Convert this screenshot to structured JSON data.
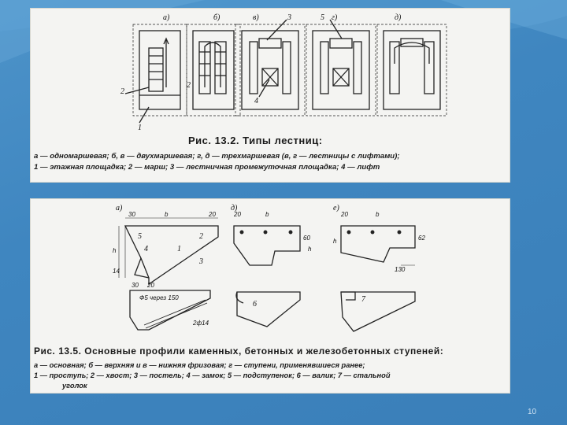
{
  "figure_top": {
    "panel_labels": [
      "а)",
      "б)",
      "в)",
      "г)",
      "д)"
    ],
    "callouts": [
      "1",
      "2",
      "2",
      "3",
      "4",
      "5"
    ],
    "title": "Рис. 13.2. Типы лестниц:",
    "lines": [
      "а — одномаршевая; б, в — двухмаршевая; г, д — трехмаршевая (в, г — лестницы с лифтами);",
      "1 — этажная площадка; 2 — марш; 3 — лестничная промежуточная площадка; 4 — лифт"
    ]
  },
  "figure_bottom": {
    "panel_labels": [
      "а)",
      "д)",
      "е)"
    ],
    "dimensions": [
      "30",
      "b",
      "20",
      "20",
      "b",
      "20",
      "b",
      "h",
      "14",
      "30",
      "20",
      "60",
      "h",
      "h",
      "62",
      "130",
      "Ф5 через 150",
      "2ф14"
    ],
    "callouts": [
      "5",
      "4",
      "2",
      "1",
      "3",
      "6",
      "7"
    ],
    "title": "Рис. 13.5. Основные профили каменных, бетонных и железобетонных ступеней:",
    "lines": [
      "а — основная; б — верхняя и в — нижняя фризовая; г — ступени, применявшиеся ранее;",
      "1 — проступь; 2 — хвост; 3 — постель; 4 — замок; 5 — подступенок; 6 — валик; 7 — стальной",
      "уголок"
    ]
  },
  "slide_number": "10"
}
